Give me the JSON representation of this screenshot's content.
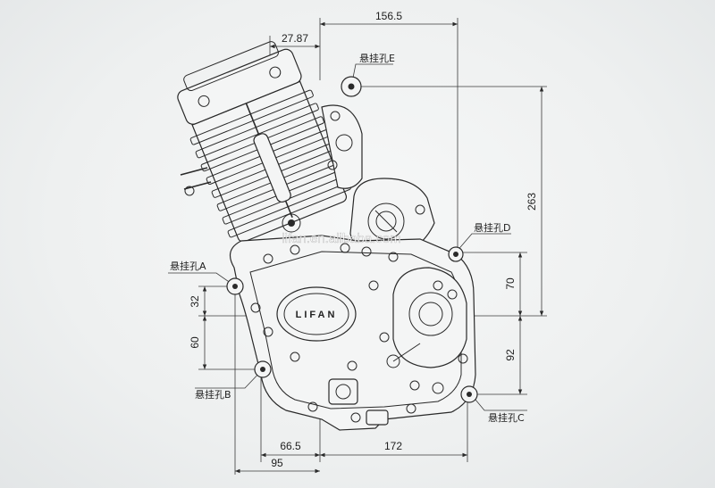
{
  "dimensions": {
    "top_total": "156.5",
    "top_short": "27.87",
    "right_height": "263",
    "right_upper": "70",
    "right_lower": "92",
    "left_upper": "32",
    "left_lower": "60",
    "bottom_inner": "66.5",
    "bottom_outer": "95",
    "bottom_right": "172"
  },
  "labels": {
    "mount_a": "悬挂孔A",
    "mount_b": "悬挂孔B",
    "mount_c": "悬挂孔C",
    "mount_d": "悬挂孔D",
    "mount_e": "悬挂孔E"
  },
  "brand": "LIFAN",
  "watermark": "lifan.en.alibaba.com"
}
